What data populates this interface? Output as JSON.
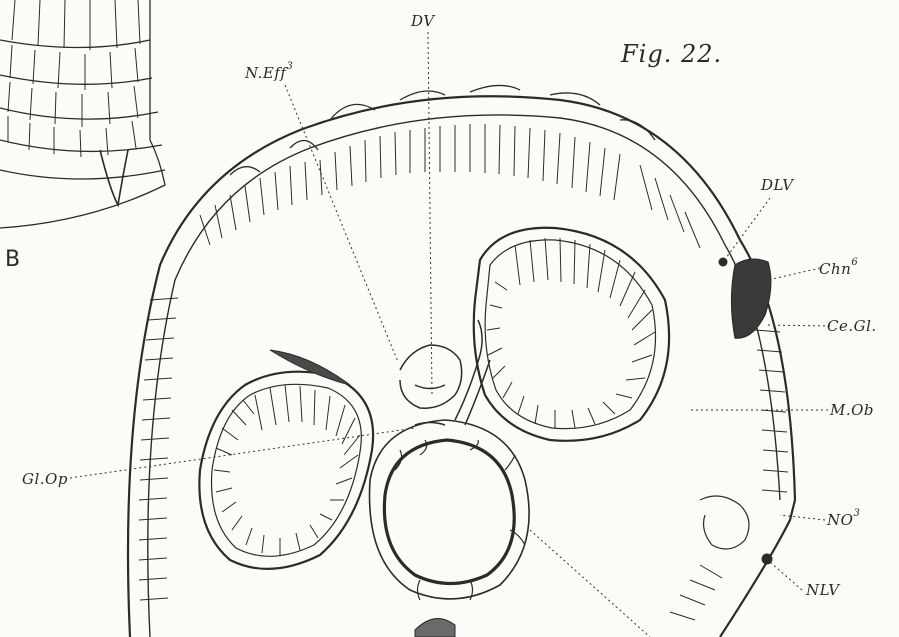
{
  "figure": {
    "title": "Fig. 22.",
    "panel_label": "B"
  },
  "labels": {
    "dv": "DV",
    "n_eff": "N.Eff",
    "n_eff_sup": "3",
    "dlv": "DLV",
    "chn": "Chn",
    "chn_sup": "6",
    "ce_gl": "Ce.Gl.",
    "m_ob": "M.Ob",
    "gl_op": "Gl.Op",
    "no": "NO",
    "no_sup": "3",
    "nlv": "NLV"
  },
  "colors": {
    "ink": "#2b2b2b",
    "paper": "#fbfbf8",
    "shade": "#5a5a5a"
  }
}
